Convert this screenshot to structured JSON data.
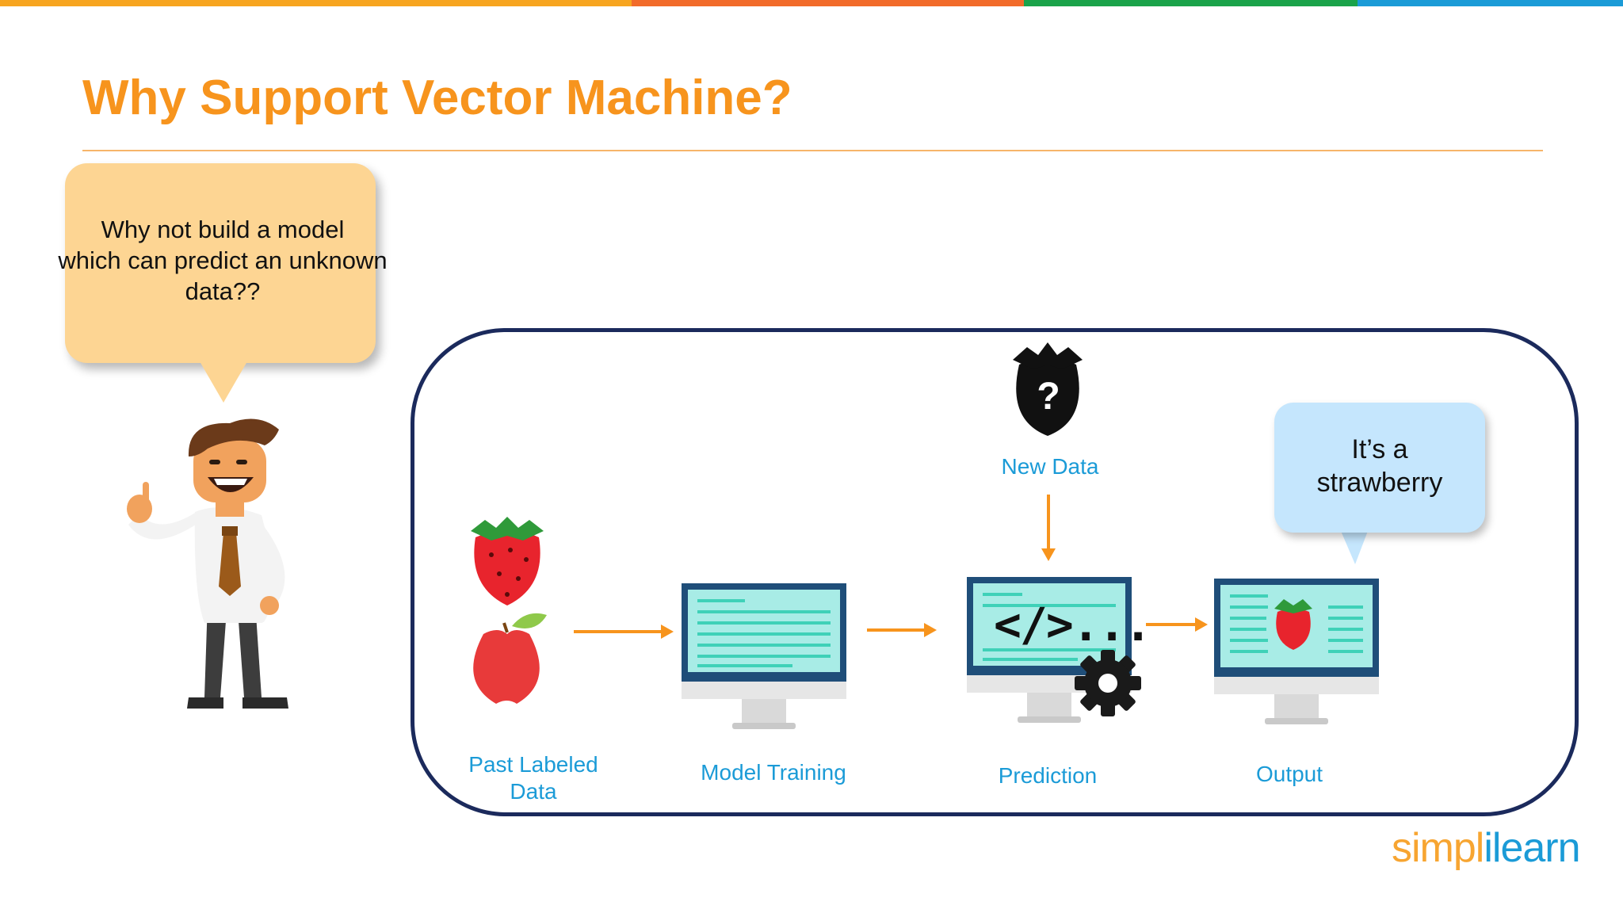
{
  "slide": {
    "title": "Why Support Vector Machine?",
    "colors": {
      "title": "#f7941d",
      "label": "#1b9bd7",
      "frame": "#1b2a5c",
      "arrow": "#f7941d",
      "bubble_speech": "#fdd593",
      "bubble_output": "#c5e6fd"
    },
    "top_bar": [
      "#f7a51f",
      "#f26b2a",
      "#1aa34a",
      "#1b9bd7"
    ]
  },
  "speech_bubble": {
    "lines": [
      "Why not build a model",
      "which can predict an unknown",
      "data??"
    ]
  },
  "output_bubble": {
    "lines": [
      "It’s a",
      "strawberry"
    ]
  },
  "diagram": {
    "steps": [
      {
        "label_lines": [
          "Past Labeled",
          "Data"
        ],
        "icon": "strawberry-apple-icon"
      },
      {
        "label_lines": [
          "Model Training"
        ],
        "icon": "monitor-icon"
      },
      {
        "label_lines": [
          "Prediction"
        ],
        "icon": "code-monitor-gear-icon"
      },
      {
        "label_lines": [
          "Output"
        ],
        "icon": "monitor-strawberry-icon"
      }
    ],
    "new_data": {
      "label": "New Data",
      "icon_text": "?"
    },
    "code_text": "</>..."
  },
  "brand": {
    "part1": "simpl",
    "part2": "i",
    "part3": "learn"
  }
}
